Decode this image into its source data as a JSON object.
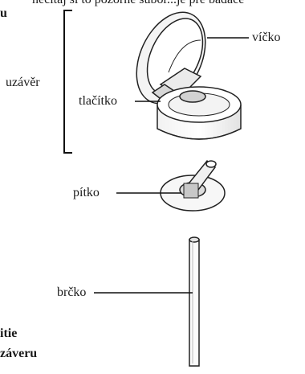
{
  "header_fragment": "nečítaj si to pozorne súbor...je pre bádacé",
  "left_fragments": {
    "top": "u",
    "bottom_1": "itie",
    "bottom_2": "záveru"
  },
  "labels": {
    "closure": "uzávěr",
    "lid": "víčko",
    "button": "tlačítko",
    "mouthpiece": "pítko",
    "straw": "brčko"
  }
}
